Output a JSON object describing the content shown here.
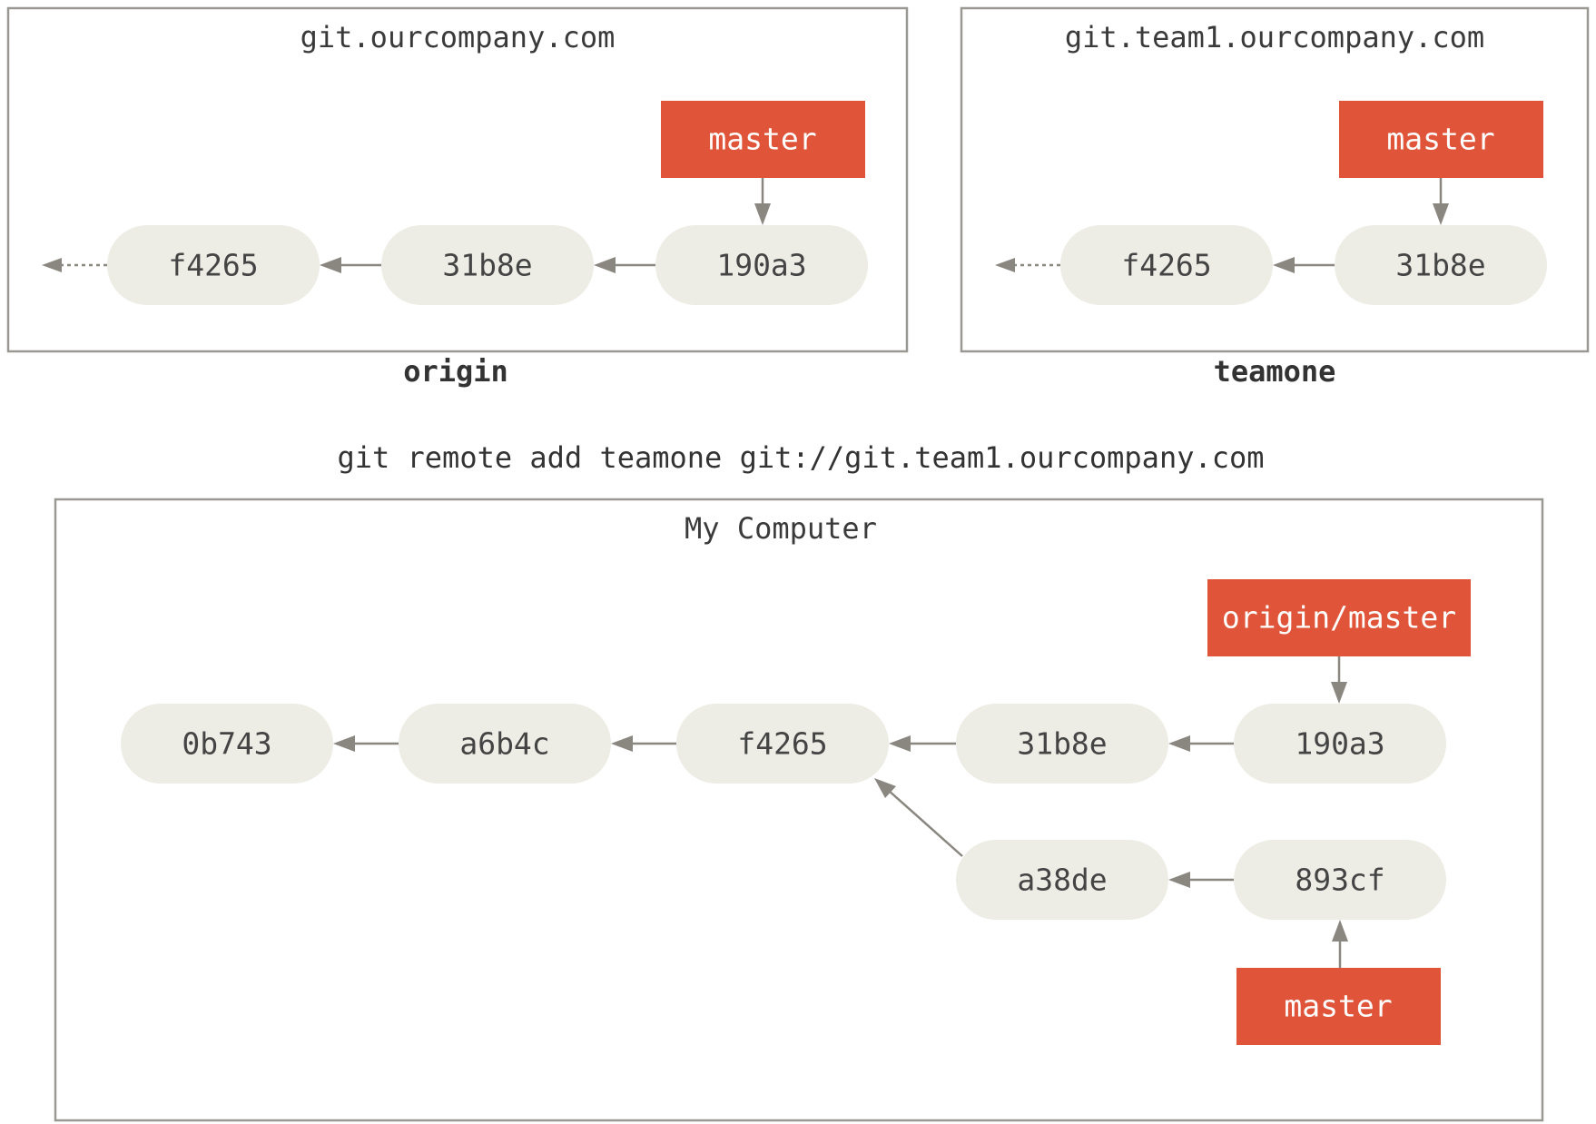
{
  "origin_server": {
    "title": "git.ourcompany.com",
    "name": "origin",
    "commits": [
      "f4265",
      "31b8e",
      "190a3"
    ],
    "branch": "master"
  },
  "teamone_server": {
    "title": "git.team1.ourcompany.com",
    "name": "teamone",
    "commits": [
      "f4265",
      "31b8e"
    ],
    "branch": "master"
  },
  "command": "git remote add teamone git://git.team1.ourcompany.com",
  "my_computer": {
    "title": "My Computer",
    "commits": [
      "0b743",
      "a6b4c",
      "f4265",
      "31b8e",
      "190a3",
      "a38de",
      "893cf"
    ],
    "branches": [
      "origin/master",
      "master"
    ]
  },
  "colors": {
    "branch": "#e0553a",
    "commit": "#edede6",
    "arrow": "#8a8680",
    "border": "#9a9892"
  }
}
